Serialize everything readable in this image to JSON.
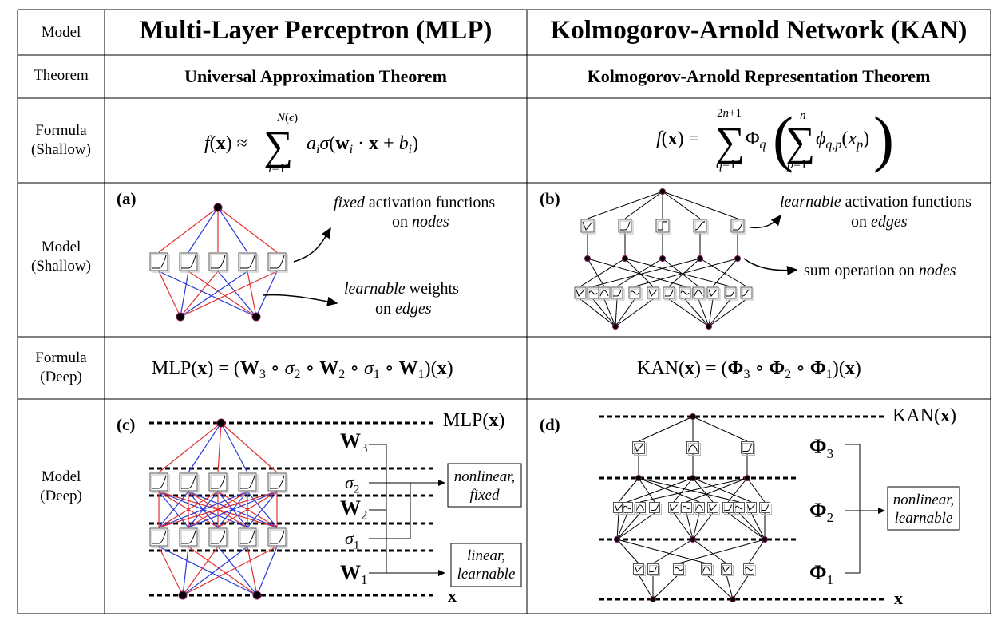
{
  "row_labels": {
    "model": "Model",
    "theorem": "Theorem",
    "formula_shallow_1": "Formula",
    "formula_shallow_2": "(Shallow)",
    "model_shallow_1": "Model",
    "model_shallow_2": "(Shallow)",
    "formula_deep_1": "Formula",
    "formula_deep_2": "(Deep)",
    "model_deep_1": "Model",
    "model_deep_2": "(Deep)"
  },
  "mlp": {
    "title": "Multi-Layer Perceptron (MLP)",
    "theorem": "Universal Approximation Theorem",
    "panel_shallow": "(a)",
    "panel_deep": "(c)",
    "ann_fixed_1a": "fixed",
    "ann_fixed_1b": " activation functions",
    "ann_fixed_2a": "on ",
    "ann_fixed_2b": "nodes",
    "ann_learn_1a": "learnable",
    "ann_learn_1b": " weights",
    "ann_learn_2a": "on ",
    "ann_learn_2b": "edges",
    "deep_output": "MLP(x)",
    "deep_input": "x",
    "deep_W3": "W",
    "deep_W3_sub": "3",
    "deep_sigma2": "σ",
    "deep_sigma2_sub": "2",
    "deep_W2": "W",
    "deep_W2_sub": "2",
    "deep_sigma1": "σ",
    "deep_sigma1_sub": "1",
    "deep_W1": "W",
    "deep_W1_sub": "1",
    "box_nonlinear_1": "nonlinear,",
    "box_nonlinear_2": "fixed",
    "box_linear_1": "linear,",
    "box_linear_2": "learnable"
  },
  "kan": {
    "title": "Kolmogorov-Arnold Network (KAN)",
    "theorem": "Kolmogorov-Arnold Representation Theorem",
    "panel_shallow": "(b)",
    "panel_deep": "(d)",
    "ann_learn_1a": "learnable",
    "ann_learn_1b": " activation functions",
    "ann_learn_2a": "on ",
    "ann_learn_2b": "edges",
    "ann_sum_1": "sum operation on ",
    "ann_sum_2": "nodes",
    "deep_output": "KAN(x)",
    "deep_input": "x",
    "deep_Phi3": "Φ",
    "deep_Phi3_sub": "3",
    "deep_Phi2": "Φ",
    "deep_Phi2_sub": "2",
    "deep_Phi1": "Φ",
    "deep_Phi1_sub": "1",
    "box_1": "nonlinear,",
    "box_2": "learnable"
  },
  "colors": {
    "mlp_red": "#e03030",
    "mlp_blue": "#2a3ad8",
    "node": "#000000",
    "node_rim": "#7a1a55"
  }
}
